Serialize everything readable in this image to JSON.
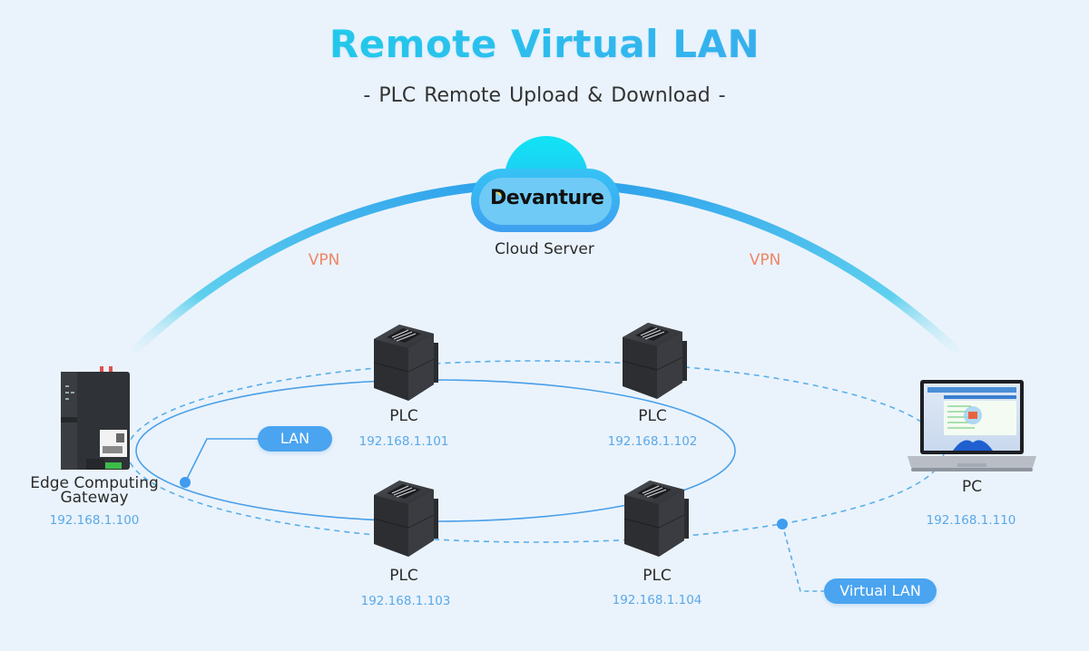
{
  "header": {
    "title": "Remote Virtual LAN",
    "subtitle": "-  PLC Remote Upload & Download  -"
  },
  "cloud": {
    "brand": "Devanture",
    "label": "Cloud Server",
    "brand_accent_color": "#f7d03a"
  },
  "links": {
    "vpn_left": "VPN",
    "vpn_right": "VPN",
    "lan_label": "LAN",
    "virtual_lan_label": "Virtual LAN"
  },
  "devices": {
    "gateway": {
      "name_line1": "Edge Computing",
      "name_line2": "Gateway",
      "ip": "192.168.1.100"
    },
    "plcs": [
      {
        "name": "PLC",
        "ip": "192.168.1.101"
      },
      {
        "name": "PLC",
        "ip": "192.168.1.102"
      },
      {
        "name": "PLC",
        "ip": "192.168.1.103"
      },
      {
        "name": "PLC",
        "ip": "192.168.1.104"
      }
    ],
    "pc": {
      "name": "PC",
      "ip": "192.168.1.110"
    }
  },
  "colors": {
    "background": "#eaf3fc",
    "vpn_arc_start": "#2aa3ec",
    "vpn_arc_end": "#9fe3f2",
    "lan_line": "#4a9fe8",
    "virtual_lan_line": "#5aaee8",
    "pill": "#4aa4f0",
    "vpn_text": "#f08566",
    "ip_text": "#5aa8e8"
  }
}
